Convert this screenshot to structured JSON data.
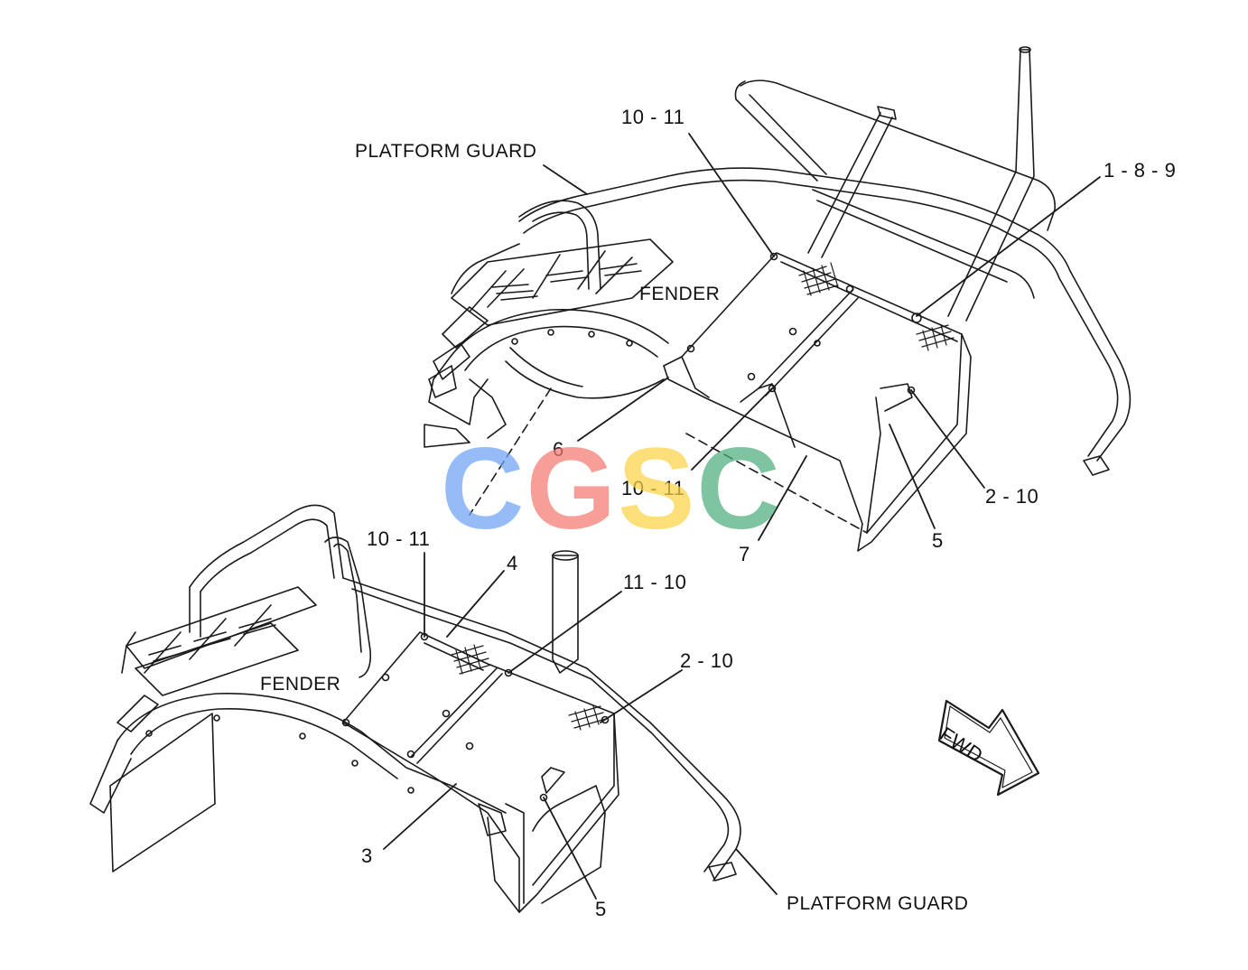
{
  "labels": {
    "platform_guard_top": "PLATFORM GUARD",
    "platform_guard_bottom": "PLATFORM GUARD",
    "fender_top": "FENDER",
    "fender_bottom": "FENDER",
    "fwd": "FWD"
  },
  "callouts": {
    "top_10_11": "10 - 11",
    "top_1_8_9": "1 - 8 - 9",
    "top_6": "6",
    "top_10_11_mid": "10 - 11",
    "top_2_10": "2 - 10",
    "top_5": "5",
    "top_7": "7",
    "bottom_10_11": "10 - 11",
    "bottom_4": "4",
    "bottom_11_10": "11 - 10",
    "bottom_2_10": "2 - 10",
    "bottom_3": "3",
    "bottom_5": "5"
  },
  "watermark": {
    "letters": [
      "C",
      "G",
      "S",
      "C"
    ],
    "colors": [
      "#6fa3f5",
      "#f47a72",
      "#fbd446",
      "#4fae7d"
    ]
  },
  "colors": {
    "line": "#1a1a1a",
    "background": "#ffffff"
  }
}
